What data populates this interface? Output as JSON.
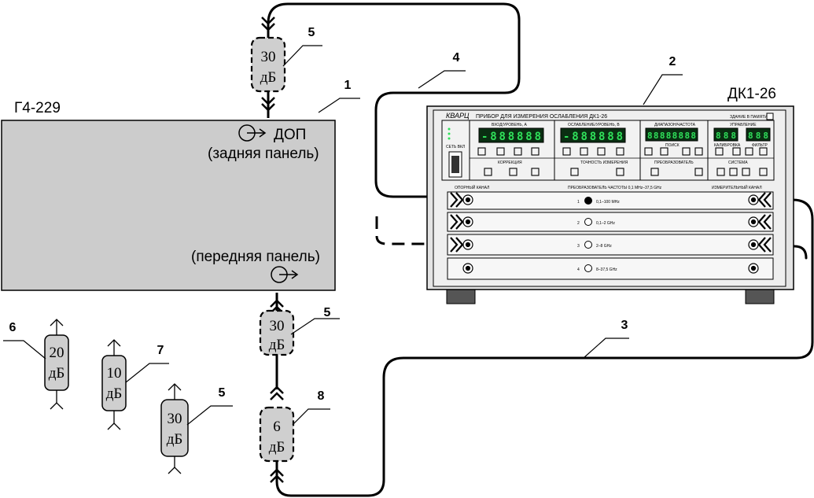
{
  "generator": {
    "name": "Г4-229",
    "rear_output": "ДОП",
    "rear_panel": "(задняя панель)",
    "front_panel": "(передняя панель)"
  },
  "meter": {
    "name": "ДК1-26",
    "brand": "КВАРЦ",
    "title": "ПРИБОР ДЛЯ ИЗМЕРЕНИЯ ОСЛАБЛЕНИЯ ДК1-26",
    "remote_label": "ЗДАНИЕ В ПАМЯТИ",
    "power_label": "СЕТЬ ВКЛ",
    "display_1_label": "ВХОД/УРОВЕНЬ, A",
    "display_1_value": "-888888",
    "display_2_label": "ОСЛАБЛЕНИЕ/УРОВЕНЬ, B",
    "display_2_value": "-888888",
    "display_3_label": "ДИАПАЗОН/ЧАСТОТА",
    "display_3_value": "88888888",
    "display_3_unit": "ПОИСК",
    "display_4_label": "УПРАВЛЕНИЕ",
    "display_4a_value": "888",
    "display_4b_value": "888",
    "display_4a_unit": "КАЛИБРОВКА",
    "display_4b_unit": "ФИЛЬТР",
    "sub_labels": [
      "КОРРЕКЦИЯ",
      "ТОЧНОСТЬ ИЗМЕРЕНИЯ",
      "ПРЕОБРАЗОВАТЕЛЬ",
      "СИСТЕМА"
    ],
    "converter_title": "ПРЕОБРАЗОВАТЕЛЬ ЧАСТОТЫ 0,1 МНz–37,5 GHz",
    "input_label": "ОПОРНЫЙ КАНАЛ",
    "output_label": "ИЗМЕРИТЕЛЬНЫЙ КАНАЛ",
    "bands": [
      {
        "num": "1",
        "range": "0,1–100 МНz"
      },
      {
        "num": "2",
        "range": "0,1–2 GHz"
      },
      {
        "num": "3",
        "range": "2–8 GHz"
      },
      {
        "num": "4",
        "range": "8–37,5 GHz"
      }
    ]
  },
  "attenuators": [
    {
      "value": "30",
      "unit": "дБ",
      "callout": "5"
    },
    {
      "value": "30",
      "unit": "дБ",
      "callout": "5"
    },
    {
      "value": "6",
      "unit": "дБ",
      "callout": "8"
    },
    {
      "value": "20",
      "unit": "дБ",
      "callout": "6"
    },
    {
      "value": "10",
      "unit": "дБ",
      "callout": "7"
    },
    {
      "value": "30",
      "unit": "дБ",
      "callout": "5"
    }
  ],
  "callouts": {
    "generator": "1",
    "meter": "2",
    "cable_lower": "3",
    "cable_upper": "4"
  }
}
